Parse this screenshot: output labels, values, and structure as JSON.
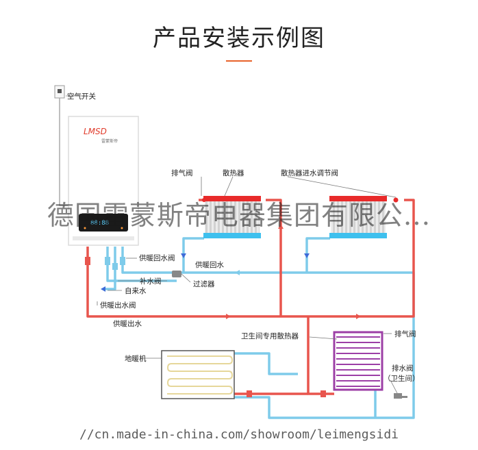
{
  "title": "产品安装示例图",
  "labels": {
    "air_switch": "空气开关",
    "vent_valve_left": "排气阀",
    "radiator": "散热器",
    "radiator_inlet_valve": "散热器进水调节阀",
    "heating_return_valve": "供暖回水阀",
    "heating_return": "供暖回水",
    "makeup_valve": "补水阀",
    "filter": "过滤器",
    "tap_water": "自来水",
    "heating_outlet_valve": "供暖出水阀",
    "heating_outlet": "供暖出水",
    "bathroom_radiator": "卫生间专用散热器",
    "vent_valve_right": "排气阀",
    "floor_heating": "地暖机",
    "drain_valve": "排水阀",
    "drain_valve_note": "（卫生间）"
  },
  "boiler": {
    "brand": "LMSD",
    "sub": "雷蒙斯帝",
    "display": "88:88"
  },
  "watermark": "德国雷蒙斯帝电器集团有限公...",
  "url": "//cn.made-in-china.com/showroom/leimengsidi",
  "colors": {
    "hot": "#e8554d",
    "cold": "#7ecbea",
    "title_accent": "#e8622a",
    "radiator_top": "#e82a2a",
    "radiator_bottom": "#3ec0ee",
    "bath_radiator": "#9c3fa6"
  }
}
